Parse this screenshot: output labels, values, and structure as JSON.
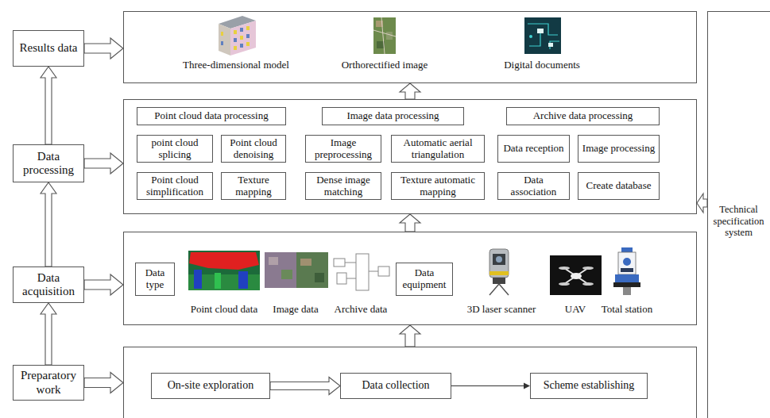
{
  "diagram": {
    "nodes": [
      {
        "text": [
          "Results data"
        ]
      },
      {
        "text": [
          "Three-dimensional model",
          "Orthorectified image",
          "Digital documents"
        ]
      },
      {
        "text": [
          "Data processing"
        ]
      },
      {
        "text": []
      },
      {
        "text": [
          "Point cloud data processing"
        ],
        "in": 3
      },
      {
        "text": [
          "Image data processing"
        ],
        "in": 3
      },
      {
        "text": [
          "Archive data processing"
        ],
        "in": 3
      },
      {
        "text": [
          "point cloud splicing"
        ],
        "in": 3
      },
      {
        "text": [
          "Point cloud denoising"
        ],
        "in": 3
      },
      {
        "text": [
          "Image preprocessing"
        ],
        "in": 3
      },
      {
        "text": [
          "Automatic aerial triangulation"
        ],
        "in": 3
      },
      {
        "text": [
          "Data reception"
        ],
        "in": 3
      },
      {
        "text": [
          "Image processing"
        ],
        "in": 3
      },
      {
        "text": [
          "Point cloud simplification"
        ],
        "in": 3
      },
      {
        "text": [
          "Texture mapping"
        ],
        "in": 3
      },
      {
        "text": [
          "Dense image matching"
        ],
        "in": 3
      },
      {
        "text": [
          "Texture automatic mapping"
        ],
        "in": 3
      },
      {
        "text": [
          "Data association"
        ],
        "in": 3
      },
      {
        "text": [
          "Create database"
        ],
        "in": 3
      },
      {
        "text": [
          "Data acquisition"
        ]
      },
      {
        "text": [
          "Point cloud data",
          "Image data",
          "Archive data",
          "3D laser scanner",
          "UAV",
          "Total station"
        ]
      },
      {
        "text": [
          "Data type"
        ],
        "in": 20
      },
      {
        "text": [
          "Data equipment"
        ],
        "in": 20
      },
      {
        "text": [
          "Preparatory work"
        ]
      },
      {
        "text": []
      },
      {
        "text": [
          "On-site exploration"
        ],
        "in": 24
      },
      {
        "text": [
          "Data collection"
        ],
        "in": 24
      },
      {
        "text": [
          "Scheme establishing"
        ],
        "in": 24
      },
      {
        "text": [
          "Technical specification system"
        ]
      }
    ],
    "edges": [
      {
        "from": 23,
        "to": 19,
        "arrow": "to"
      },
      {
        "from": 19,
        "to": 2,
        "arrow": "to"
      },
      {
        "from": 2,
        "to": 0,
        "arrow": "to"
      },
      {
        "from": 0,
        "to": 1,
        "arrow": "to"
      },
      {
        "from": 2,
        "to": 3,
        "arrow": "to"
      },
      {
        "from": 19,
        "to": 20,
        "arrow": "to"
      },
      {
        "from": 23,
        "to": 24,
        "arrow": "to"
      },
      {
        "from": 24,
        "to": 20,
        "arrow": "to"
      },
      {
        "from": 20,
        "to": 3,
        "arrow": "to"
      },
      {
        "from": 3,
        "to": 1,
        "arrow": "to"
      },
      {
        "from": 25,
        "to": 26,
        "arrow": "to"
      },
      {
        "from": 26,
        "to": 27,
        "arrow": "to"
      },
      {
        "from": 28,
        "to": 3,
        "arrow": "to"
      }
    ]
  }
}
